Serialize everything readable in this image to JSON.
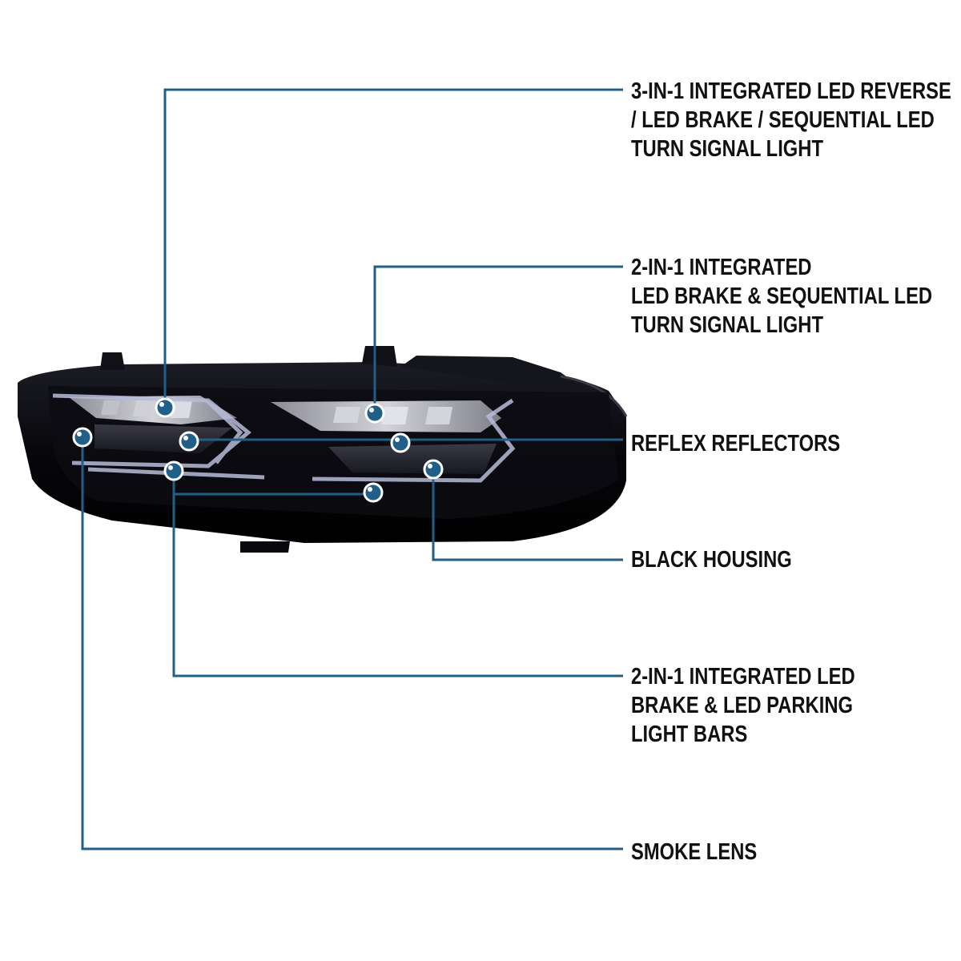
{
  "colors": {
    "leader": "#1f5f88",
    "dot": "#1f5f88",
    "text": "#111111",
    "housing": "#0d0d12",
    "background": "#ffffff"
  },
  "callouts": {
    "reverse_brake_turn": {
      "lines": [
        "3-IN-1 INTEGRATED LED REVERSE",
        "/ LED BRAKE / SEQUENTIAL LED",
        "TURN SIGNAL LIGHT"
      ]
    },
    "brake_turn": {
      "lines": [
        "2-IN-1 INTEGRATED",
        "LED BRAKE & SEQUENTIAL LED",
        "TURN SIGNAL LIGHT"
      ]
    },
    "reflex_reflectors": {
      "lines": [
        "REFLEX REFLECTORS"
      ]
    },
    "black_housing": {
      "lines": [
        "BLACK HOUSING"
      ]
    },
    "brake_parking_bars": {
      "lines": [
        "2-IN-1 INTEGRATED LED",
        "BRAKE & LED PARKING",
        "LIGHT BARS"
      ]
    },
    "smoke_lens": {
      "lines": [
        "SMOKE LENS"
      ]
    }
  }
}
